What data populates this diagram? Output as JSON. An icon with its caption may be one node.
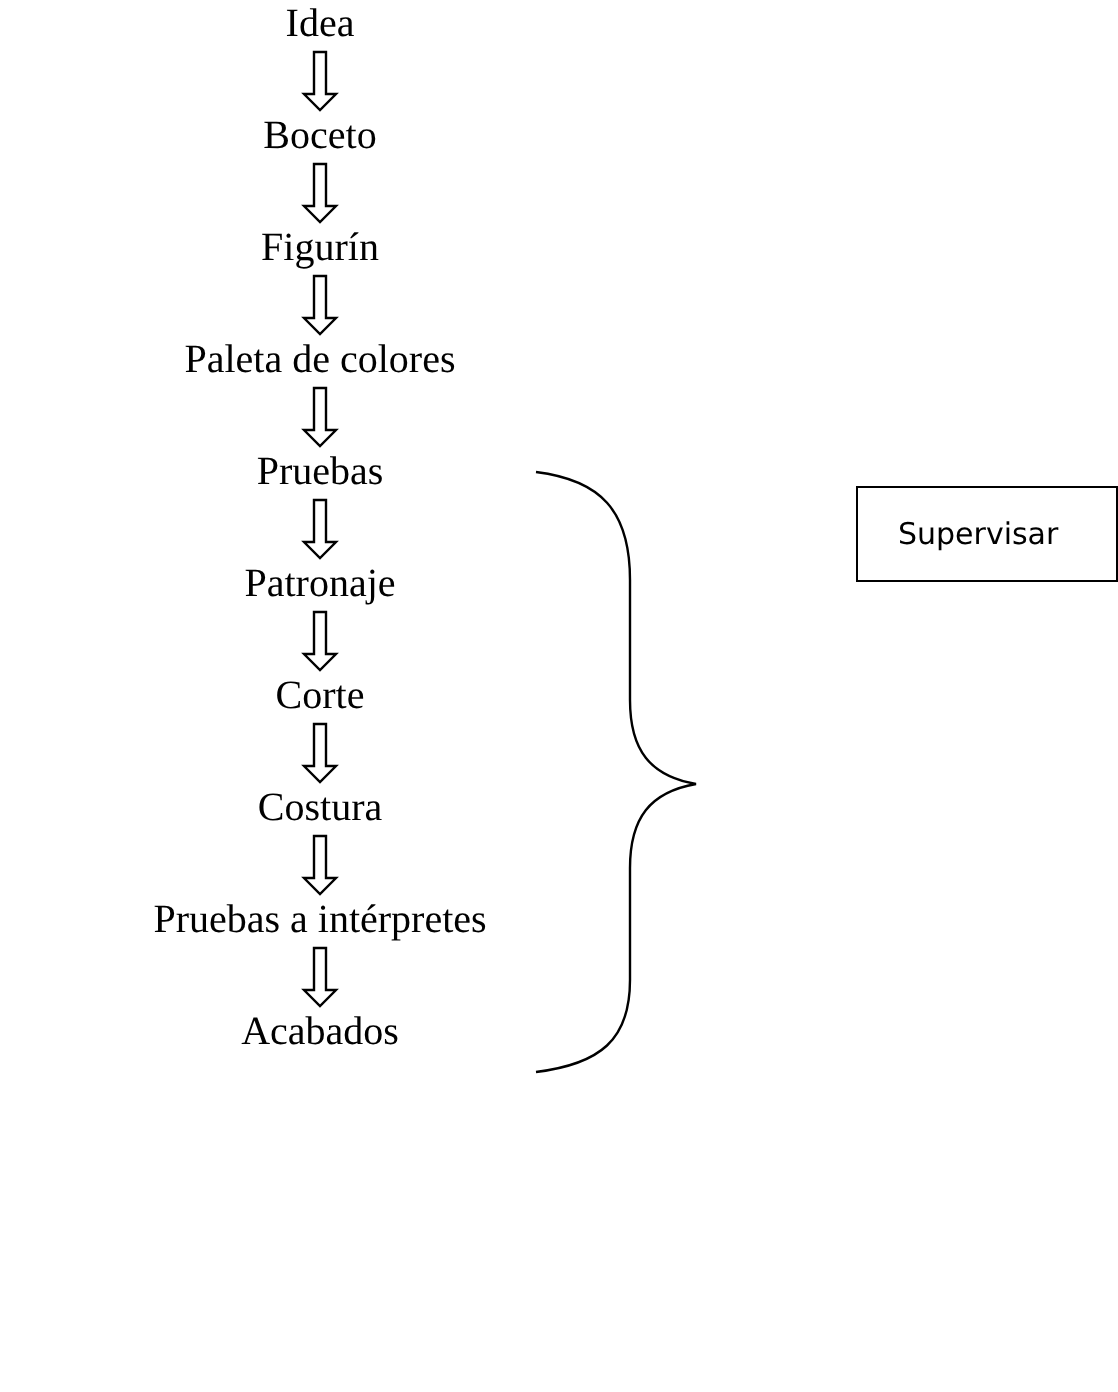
{
  "diagram": {
    "nodes": [
      {
        "text": [
          "Idea"
        ]
      },
      {
        "text": [
          "Boceto"
        ]
      },
      {
        "text": [
          "Figurín"
        ]
      },
      {
        "text": [
          "Paleta de colores"
        ]
      },
      {
        "text": [
          "Pruebas"
        ]
      },
      {
        "text": [
          "Patronaje"
        ]
      },
      {
        "text": [
          "Corte"
        ]
      },
      {
        "text": [
          "Costura"
        ]
      },
      {
        "text": [
          "Pruebas a intérpretes"
        ]
      },
      {
        "text": [
          "Acabados"
        ]
      },
      {
        "text": [
          "Supervisar"
        ]
      }
    ],
    "edges": [
      {
        "from": 0,
        "to": 1,
        "arrow": "to"
      },
      {
        "from": 1,
        "to": 2,
        "arrow": "to"
      },
      {
        "from": 2,
        "to": 3,
        "arrow": "to"
      },
      {
        "from": 3,
        "to": 4,
        "arrow": "to"
      },
      {
        "from": 4,
        "to": 5,
        "arrow": "to"
      },
      {
        "from": 5,
        "to": 6,
        "arrow": "to"
      },
      {
        "from": 6,
        "to": 7,
        "arrow": "to"
      },
      {
        "from": 7,
        "to": 8,
        "arrow": "to"
      },
      {
        "from": 8,
        "to": 9,
        "arrow": "to"
      }
    ]
  }
}
